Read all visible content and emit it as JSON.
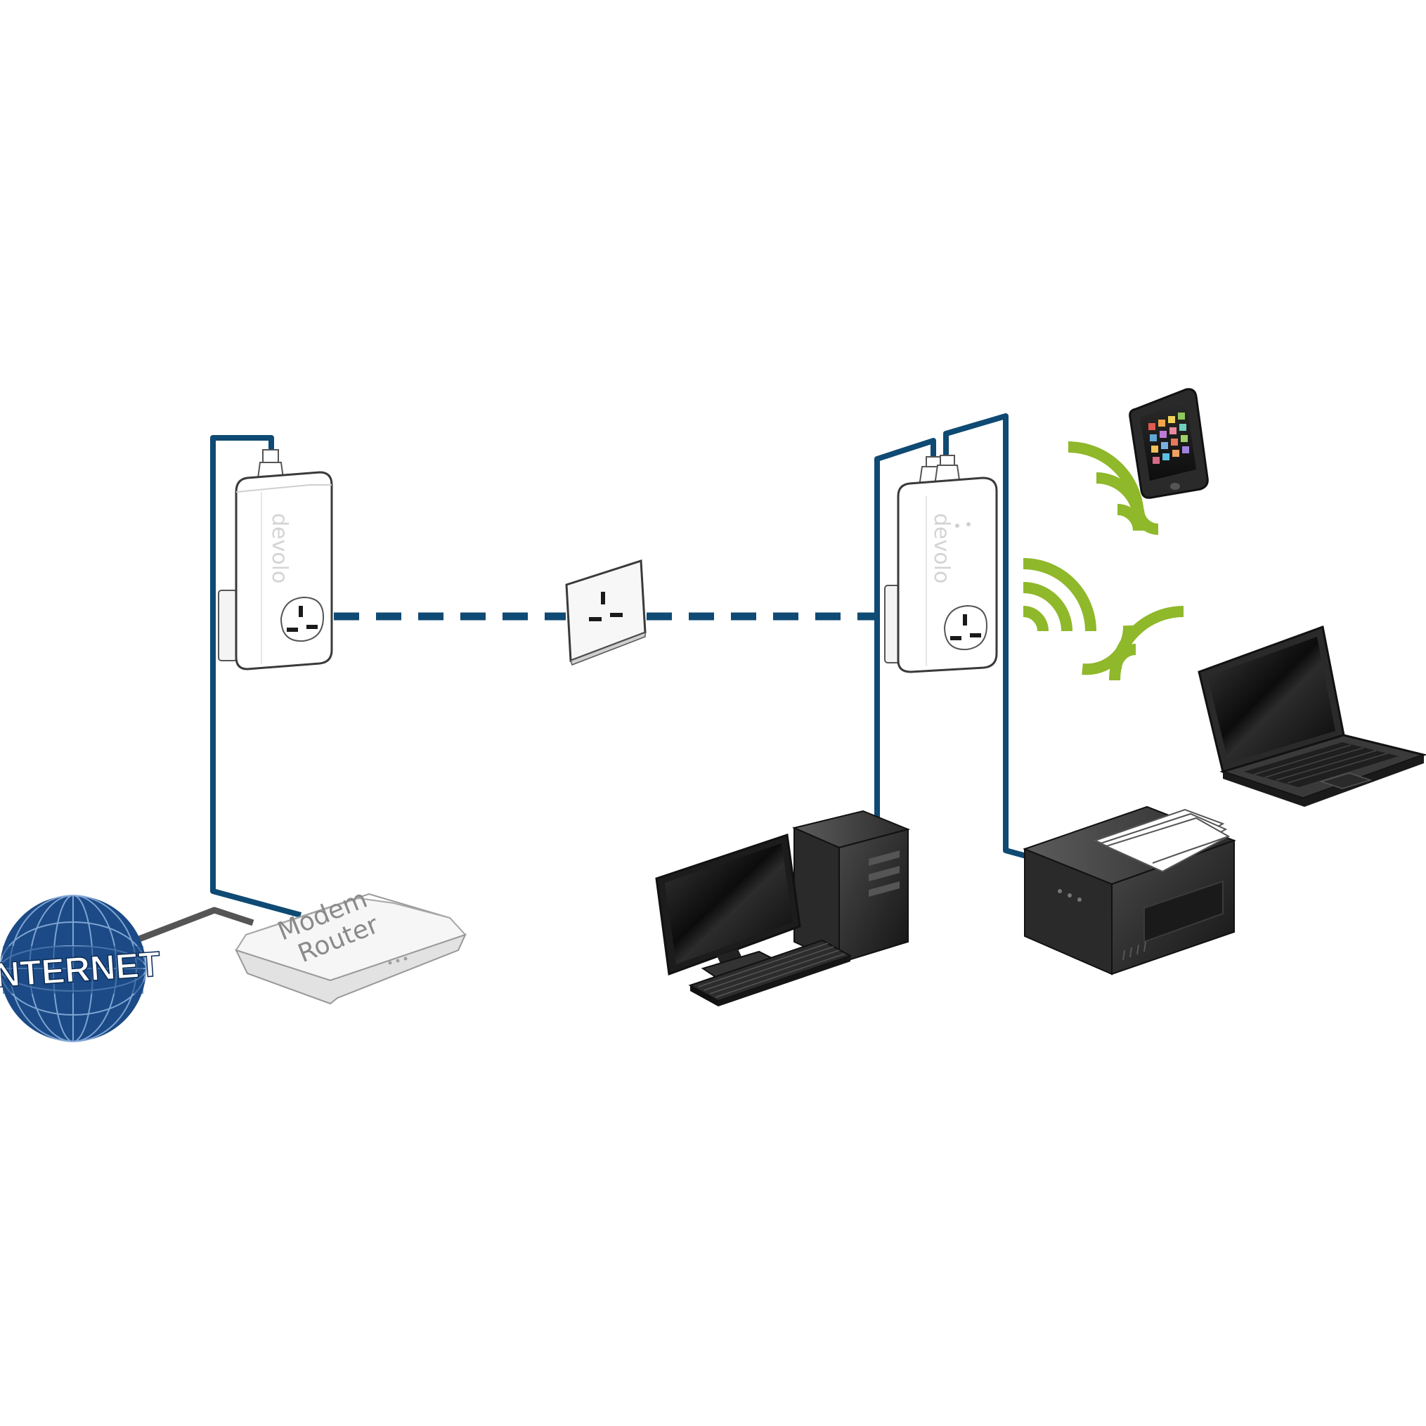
{
  "labels": {
    "internet": "INTERNET",
    "modem_line1": "Modem",
    "modem_line2": "Router",
    "brand_left": "devolo",
    "brand_right": "devolo"
  },
  "colors": {
    "cable": "#0e4a73",
    "cable_grey": "#555555",
    "wifi": "#8fb82a",
    "globe": "#1b4a86",
    "device_dark": "#1a1a1a",
    "adapter_white": "#ffffff"
  },
  "icons": [
    "globe-icon",
    "modem-router-icon",
    "powerline-adapter-icon",
    "wall-socket-icon",
    "desktop-computer-icon",
    "printer-icon",
    "laptop-icon",
    "smartphone-icon",
    "wifi-signal-icon"
  ]
}
